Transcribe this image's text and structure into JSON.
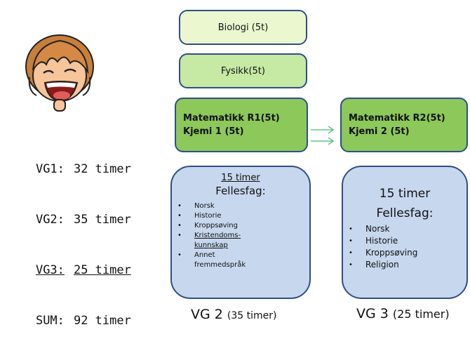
{
  "hours_summary": {
    "rows": [
      {
        "label": "VG1:",
        "value": "32 timer"
      },
      {
        "label": "VG2:",
        "value": "35 timer"
      },
      {
        "label": "VG3:",
        "value": "25 timer"
      },
      {
        "label": "SUM:",
        "value": "92 timer"
      }
    ]
  },
  "vg2": {
    "boxes": {
      "biologi": "Biologi (5t)",
      "fysikk": "Fysikk(5t)",
      "math_line1": "Matematikk R1(5t)",
      "math_line2": "Kjemi 1 (5t)"
    },
    "fellesfag": {
      "hours": "15 timer",
      "title": "Fellesfag:",
      "items": [
        "Norsk",
        "Historie",
        "Kroppsøving",
        "Kristendoms-",
        "kunnskap",
        "Annet",
        "fremmedspråk"
      ]
    },
    "label": "VG 2",
    "label_hours": "(35 timer)"
  },
  "vg3": {
    "boxes": {
      "math_line1": "Matematikk R2(5t)",
      "math_line2": "Kjemi 2 (5t)"
    },
    "fellesfag": {
      "hours": "15 timer",
      "title": "Fellesfag:",
      "items": [
        "Norsk",
        "Historie",
        "Kroppsøving",
        "Religion"
      ]
    },
    "label": "VG 3",
    "label_hours": "(25 timer)"
  },
  "colors": {
    "box_border": "#2e4f86",
    "light_green": "#eaf7cf",
    "mid_green": "#c6e9a3",
    "green": "#8cc85a",
    "blue": "#c7d7ee",
    "arrow": "#3fbf6a"
  },
  "icons": [
    "cartoon-girl-face",
    "arrow-right-icon"
  ]
}
